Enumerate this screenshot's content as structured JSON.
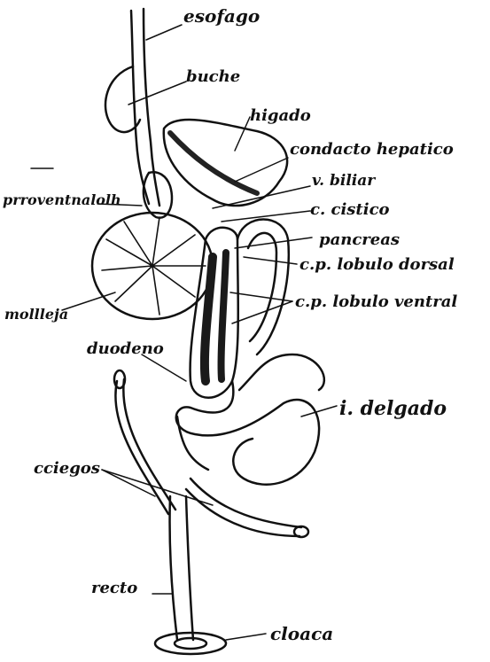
{
  "colors": {
    "ink": "#111111",
    "paper": "#ffffff"
  },
  "labels": {
    "esofago": "esofago",
    "buche": "buche",
    "higado": "higado",
    "condacto_hepatico": "condacto hepatico",
    "v_biliar": "v. biliar",
    "c_cistico": "c. cistico",
    "pancreas": "pancreas",
    "cp_lobulo_dorsal": "c.p. lobulo dorsal",
    "proventriculo": "prroventnalolh",
    "cp_lobulo_ventral": "c.p. lobulo ventral",
    "molleja": "mollleja",
    "duodeno": "duodeno",
    "i_delgado": "i. delgado",
    "ciegos": "cciegos",
    "recto": "recto",
    "cloaca": "cloaca"
  }
}
